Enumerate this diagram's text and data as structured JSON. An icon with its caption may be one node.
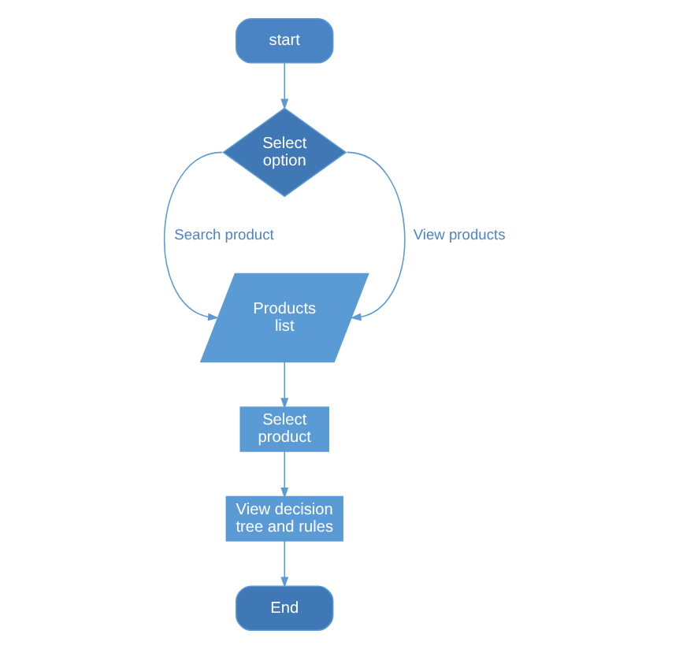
{
  "diagram": {
    "nodes": [
      {
        "text": [
          "start"
        ]
      },
      {
        "text": [
          "Select option"
        ]
      },
      {
        "text": [
          "Products list"
        ]
      },
      {
        "text": [
          "Select product"
        ]
      },
      {
        "text": [
          "View decision tree and rules"
        ]
      },
      {
        "text": [
          "End"
        ]
      }
    ],
    "edges": [
      {
        "from": 0,
        "to": 1,
        "arrow": "to"
      },
      {
        "from": 1,
        "to": 2,
        "label": "Search product",
        "arrow": "to"
      },
      {
        "from": 1,
        "to": 2,
        "label": "View products",
        "arrow": "to"
      },
      {
        "from": 2,
        "to": 3,
        "arrow": "to"
      },
      {
        "from": 3,
        "to": 4,
        "arrow": "to"
      },
      {
        "from": 4,
        "to": 5,
        "arrow": "to"
      }
    ]
  }
}
